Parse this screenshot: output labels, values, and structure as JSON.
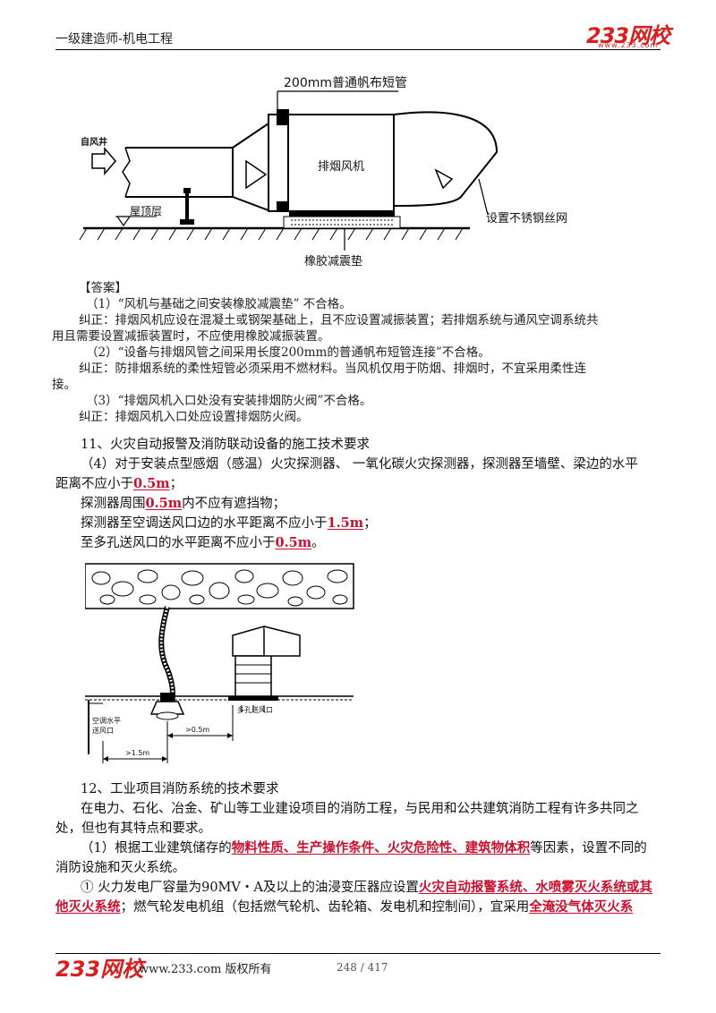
{
  "header": {
    "title": "一级建造师-机电工程",
    "logo": "233网校",
    "logo_url": "www.233.com"
  },
  "figure1": {
    "label_canvas": "200mm普通帆布短管",
    "label_inlet": "自风井",
    "label_fan": "排烟风机",
    "label_roof": "屋顶层",
    "label_mesh": "设置不锈钢丝网",
    "label_pad": "橡胶减震垫"
  },
  "answer": {
    "heading": "【答案】",
    "lines": [
      "（1）“风机与基础之间安装橡胶减震垫” 不合格。",
      "纠正：排烟风机应设在混凝土或钢架基础上，且不应设置减振装置；若排烟系统与通风空调系统共",
      "用且需要设置减振装置时，不应使用橡胶减振装置。",
      "（2）“设备与排烟风管之间采用长度200mm的普通帆布短管连接”不合格。",
      "纠正：防排烟系统的柔性短管必须采用不燃材料。当风机仅用于防烟、排烟时，不宜采用柔性连",
      "接。",
      "（3）“排烟风机入口处没有安装排烟防火阀”不合格。",
      "纠正：排烟风机入口处应设置排烟防火阀。"
    ]
  },
  "section11": {
    "heading": "11、火灾自动报警及消防联动设备的施工技术要求",
    "p1": "（4）对于安装点型感烟（感温）火灾探测器、 一氧化碳火灾探测器，探测器至墙壁、梁边的水平",
    "p2_pre": "距离不应小于",
    "p2_val": "0.5m",
    "p2_post": "；",
    "p3_pre": "探测器周围",
    "p3_val": "0.5m",
    "p3_post": "内不应有遮挡物；",
    "p4_pre": "探测器至空调送风口边的水平距离不应小于",
    "p4_val": "1.5m",
    "p4_post": "；",
    "p5_pre": "至多孔送风口的水平距离不应小于",
    "p5_val": "0.5m",
    "p5_post": "。"
  },
  "figure2": {
    "label_ac": "空调水平",
    "label_ac2": "送风口",
    "label_dim1": ">0.5m",
    "label_dim2": ">1.5m",
    "label_porous": "多孔送风口"
  },
  "section12": {
    "heading": "12、工业项目消防系统的技术要求",
    "p1": "在电力、石化、冶金、矿山等工业建设项目的消防工程，与民用和公共建筑消防工程有许多共同之",
    "p2": "处，但也有其特点和要求。",
    "p3_pre": "（1）根据工业建筑储存的",
    "p3_u": "物料性质、生产操作条件、火灾危险性、建筑物体积",
    "p3_post": "等因素，设置不同的",
    "p4": "消防设施和灭火系统。",
    "p5_pre": "① 火力发电厂容量为90MV・A及以上的油浸变压器应设置",
    "p5_u": "火灾自动报警系统、水喷雾灭火系统或其",
    "p6_u": "他灭火系统",
    "p6_mid": "；燃气轮发电机组（包括燃气轮机、齿轮箱、发电机和控制间），宜采用",
    "p6_u2": "全淹没气体灭火系"
  },
  "footer": {
    "logo": "233网校",
    "text": "www.233.com 版权所有",
    "page": "248 / 417"
  }
}
